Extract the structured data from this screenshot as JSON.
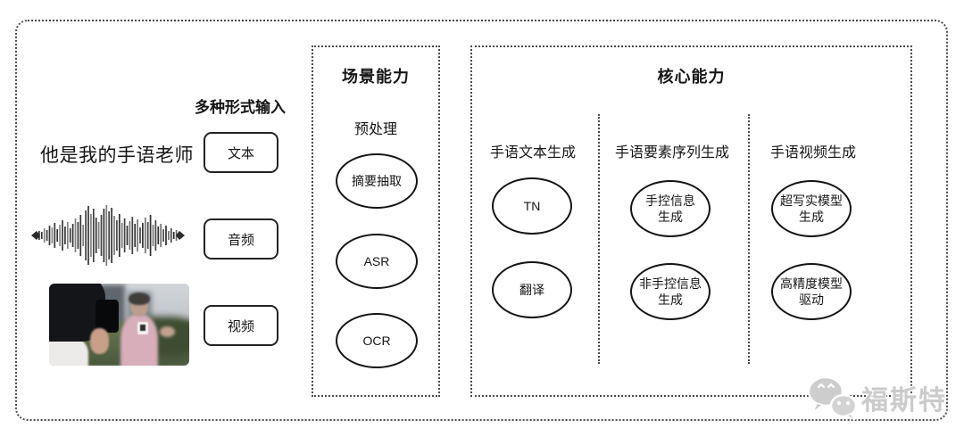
{
  "input_section": {
    "header": "多种形式输入",
    "text_sample": "他是我的手语老师",
    "items": [
      {
        "label": "文本",
        "media": "text-sample"
      },
      {
        "label": "音频",
        "media": "audio-waveform"
      },
      {
        "label": "视频",
        "media": "video-thumbnail"
      }
    ]
  },
  "scene_box": {
    "title": "场景能力",
    "subtitle": "预处理",
    "nodes": [
      "摘要抽取",
      "ASR",
      "OCR"
    ]
  },
  "core_box": {
    "title": "核心能力",
    "columns": [
      {
        "header": "手语文本生成",
        "nodes": [
          "TN",
          "翻译"
        ]
      },
      {
        "header": "手语要素序列生成",
        "nodes": [
          "手控信息\n生成",
          "非手控信息\n生成"
        ]
      },
      {
        "header": "手语视频生成",
        "nodes": [
          "超写实模型\n生成",
          "高精度模型\n驱动"
        ]
      }
    ]
  },
  "watermark": {
    "label": "福斯特",
    "icon": "wechat-chat-bubbles-icon"
  },
  "colors": {
    "line": "#141414",
    "dotted_border": "#4a4a4a",
    "watermark_gray": "#cbcbcb",
    "background": "#ffffff"
  }
}
